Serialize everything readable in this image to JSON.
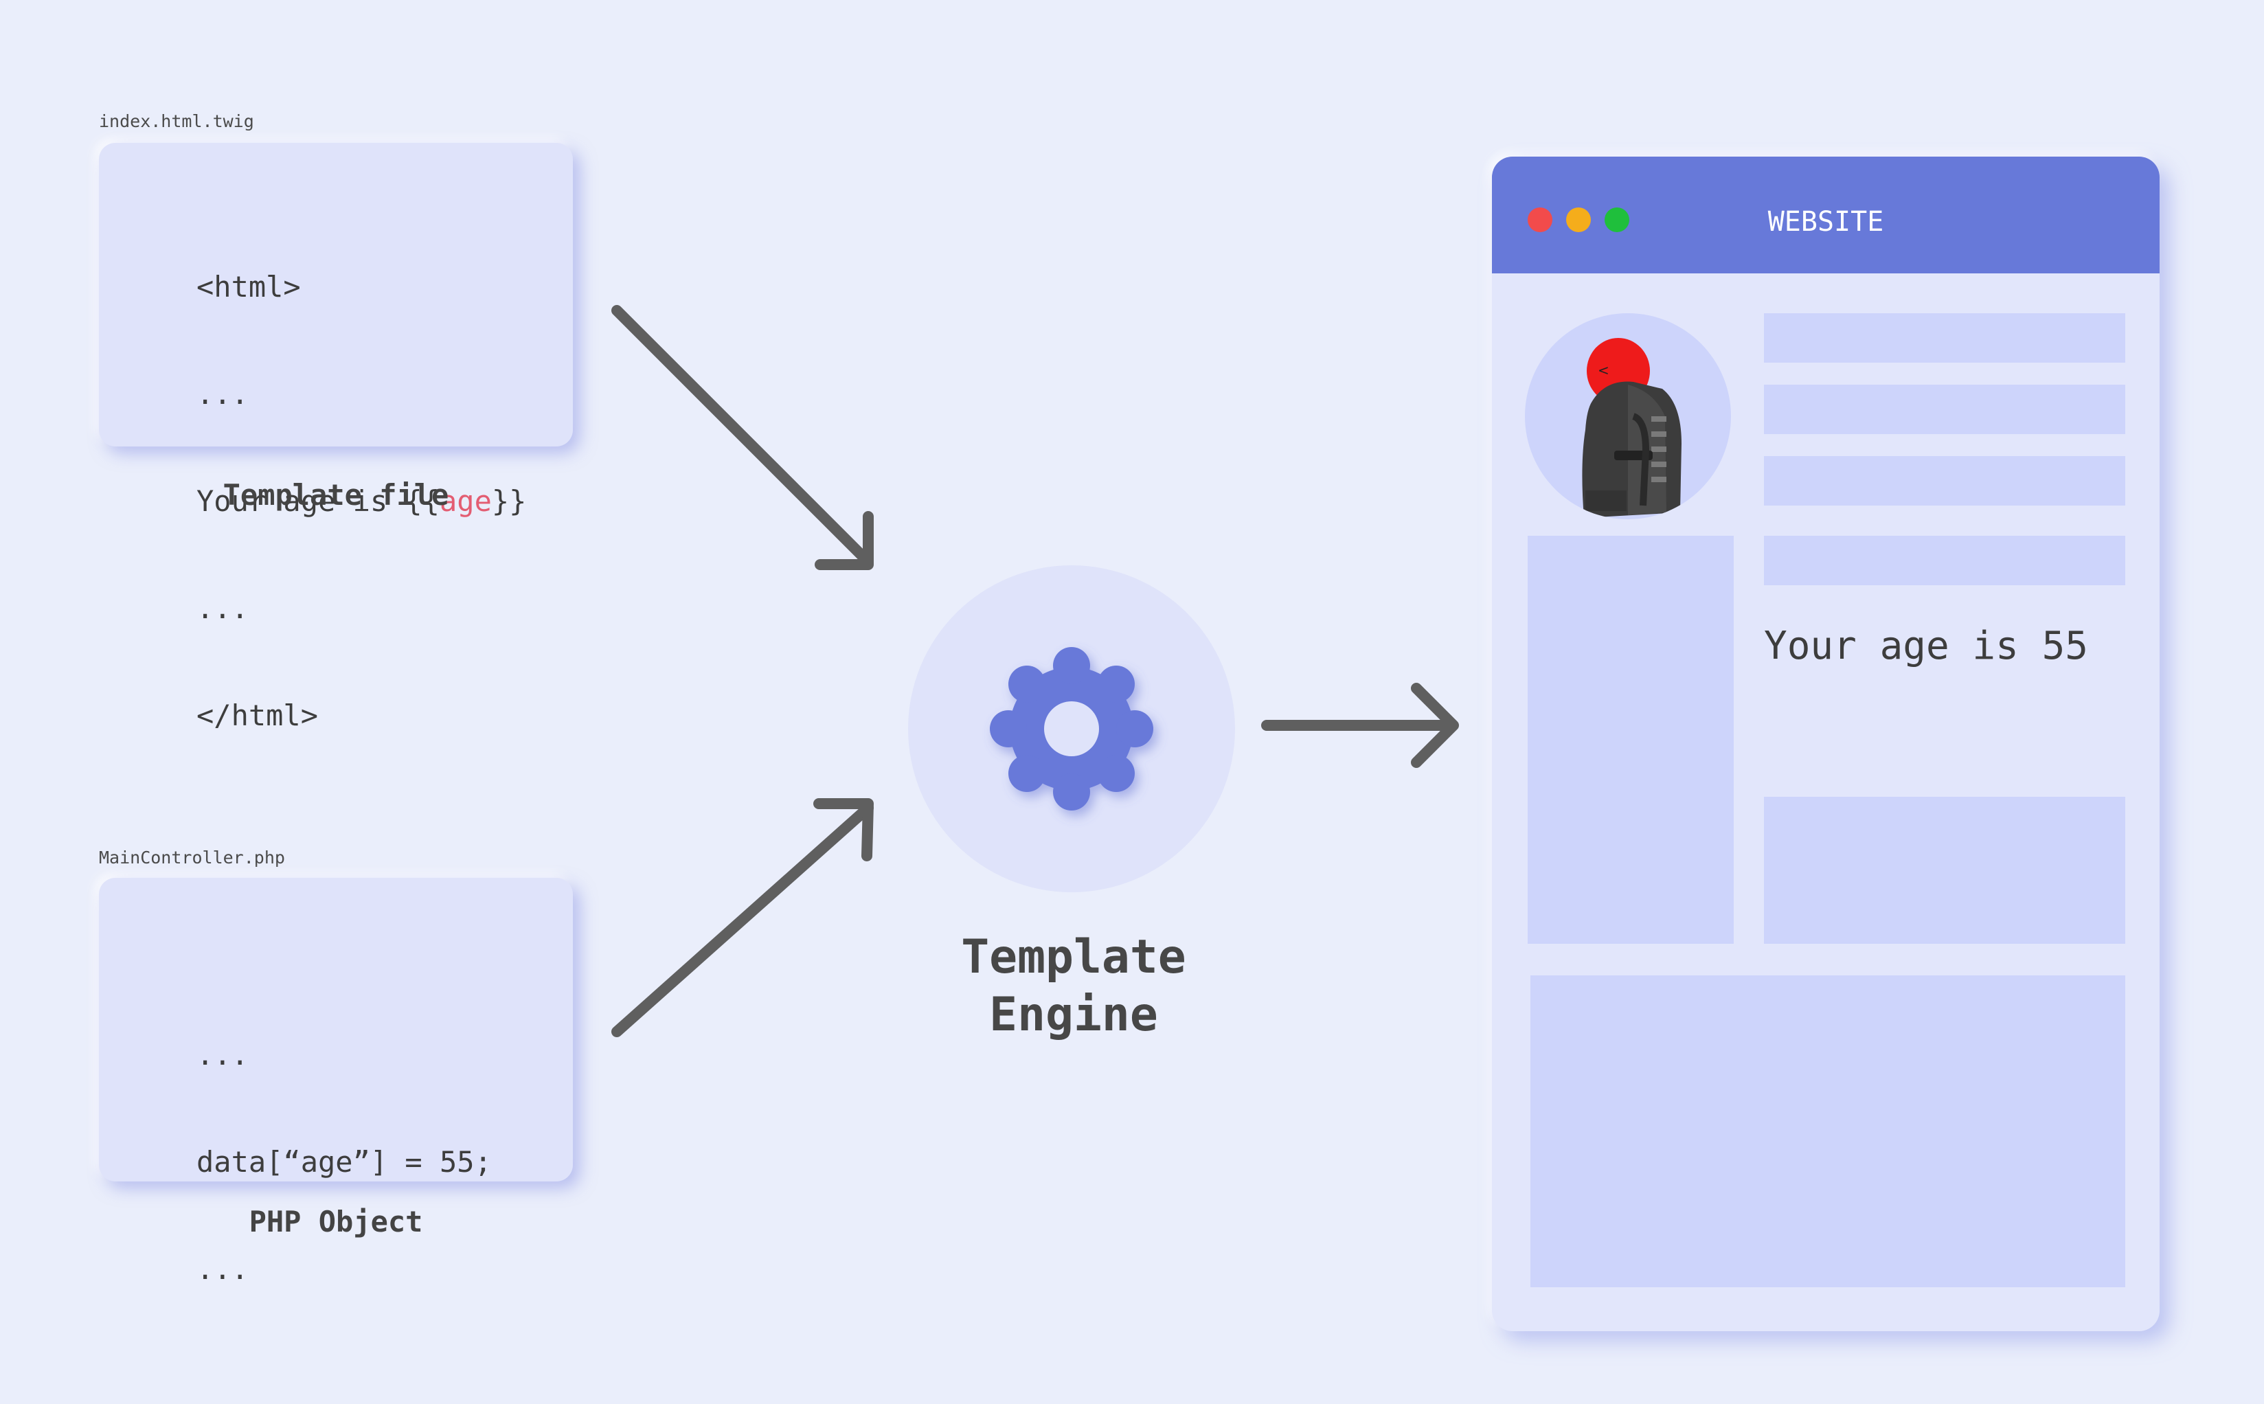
{
  "template_file": {
    "filename": "index.html.twig",
    "lines": [
      "<html>",
      "...",
      "Your age is {{",
      "age",
      "}}",
      "...",
      "</html>"
    ],
    "caption": "Template file"
  },
  "php_object": {
    "filename": "MainController.php",
    "lines": [
      "...",
      "data[“age”] = 55;",
      "..."
    ],
    "caption": "PHP Object"
  },
  "engine": {
    "title_line1": "Template",
    "title_line2": "Engine",
    "icon": "gear-icon"
  },
  "browser": {
    "title": "WEBSITE",
    "content_text": "Your age is 55",
    "avatar_icon": "backpack-icon"
  },
  "colors": {
    "background": "#eaeefb",
    "card": "#dfe3fa",
    "accent": "#6779d9",
    "placeholder": "#cdd4fb",
    "highlight": "#e35d72",
    "arrow": "#5f5f5f",
    "dot_red": "#f24b4b",
    "dot_yellow": "#f5ad1b",
    "dot_green": "#1fbf3c"
  }
}
